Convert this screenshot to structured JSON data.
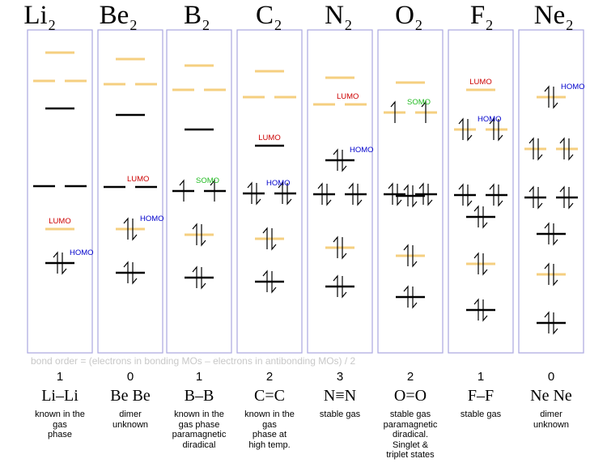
{
  "formula_text": "bond order  =   (electrons in bonding MOs – electrons in antibonding MOs) / 2",
  "colors": {
    "frame": "#a9a6e0",
    "bonding_level": "#000000",
    "antibonding_level": "#f5cf80",
    "lumo": "#cc0000",
    "homo": "#0000cc",
    "somo": "#22bb22",
    "formula": "#c8c8c8"
  },
  "columns": [
    {
      "name": "Li",
      "subscript": "2",
      "bond_order": "1",
      "structure": "Li–Li",
      "note": [
        "known in the",
        "gas",
        "phase"
      ],
      "levels": [
        {
          "c": "a",
          "d": 1,
          "e": 0
        },
        {
          "c": "a",
          "d": 2,
          "e": 0
        },
        {
          "c": "b",
          "d": 1,
          "e": 0
        },
        {
          "c": "b",
          "d": 2,
          "e": 0
        },
        {
          "c": "a",
          "d": 1,
          "e": 0,
          "tag": "LUMO"
        },
        {
          "c": "b",
          "d": 1,
          "e": 2,
          "tag": "HOMO"
        }
      ]
    },
    {
      "name": "Be",
      "subscript": "2",
      "bond_order": "0",
      "structure": "Be   Be",
      "note": [
        "dimer",
        "unknown"
      ],
      "levels": [
        {
          "c": "a",
          "d": 1,
          "e": 0
        },
        {
          "c": "a",
          "d": 2,
          "e": 0
        },
        {
          "c": "b",
          "d": 1,
          "e": 0
        },
        {
          "c": "b",
          "d": 2,
          "e": 0,
          "tag": "LUMO"
        },
        {
          "c": "a",
          "d": 1,
          "e": 2,
          "tag": "HOMO"
        },
        {
          "c": "b",
          "d": 1,
          "e": 2
        }
      ]
    },
    {
      "name": "B",
      "subscript": "2",
      "bond_order": "1",
      "structure": "B–B",
      "note": [
        "known in the",
        "gas phase",
        "paramagnetic",
        "diradical"
      ],
      "levels": [
        {
          "c": "a",
          "d": 1,
          "e": 0
        },
        {
          "c": "a",
          "d": 2,
          "e": 0
        },
        {
          "c": "b",
          "d": 1,
          "e": 0
        },
        {
          "c": "b",
          "d": 2,
          "e": 1,
          "tag": "SOMO"
        },
        {
          "c": "a",
          "d": 1,
          "e": 2
        },
        {
          "c": "b",
          "d": 1,
          "e": 2
        }
      ]
    },
    {
      "name": "C",
      "subscript": "2",
      "bond_order": "2",
      "structure": "C=C",
      "note": [
        "known in the",
        "gas",
        "phase at",
        "high temp."
      ],
      "levels": [
        {
          "c": "a",
          "d": 1,
          "e": 0
        },
        {
          "c": "a",
          "d": 2,
          "e": 0
        },
        {
          "c": "b",
          "d": 1,
          "e": 0,
          "tag": "LUMO"
        },
        {
          "c": "b",
          "d": 2,
          "e": 2,
          "tag": "HOMO"
        },
        {
          "c": "a",
          "d": 1,
          "e": 2
        },
        {
          "c": "b",
          "d": 1,
          "e": 2
        }
      ]
    },
    {
      "name": "N",
      "subscript": "2",
      "bond_order": "3",
      "structure": "N≡N",
      "note": [
        "stable gas"
      ],
      "levels": [
        {
          "c": "a",
          "d": 1,
          "e": 0
        },
        {
          "c": "a",
          "d": 2,
          "e": 0,
          "tag": "LUMO"
        },
        {
          "c": "b",
          "d": 1,
          "e": 2,
          "tag": "HOMO"
        },
        {
          "c": "b",
          "d": 2,
          "e": 2
        },
        {
          "c": "a",
          "d": 1,
          "e": 2
        },
        {
          "c": "b",
          "d": 1,
          "e": 2
        }
      ]
    },
    {
      "name": "O",
      "subscript": "2",
      "bond_order": "2",
      "structure": "O=O",
      "note": [
        "stable gas",
        "paramagnetic",
        "diradical.",
        "Singlet &",
        "triplet states"
      ],
      "levels": [
        {
          "c": "a",
          "d": 1,
          "e": 0
        },
        {
          "c": "a",
          "d": 2,
          "e": 1,
          "tag": "SOMO"
        },
        {
          "c": "b",
          "d": 2,
          "e": 2
        },
        {
          "c": "b",
          "d": 1,
          "e": 2
        },
        {
          "c": "a",
          "d": 1,
          "e": 2
        },
        {
          "c": "b",
          "d": 1,
          "e": 2
        }
      ]
    },
    {
      "name": "F",
      "subscript": "2",
      "bond_order": "1",
      "structure": "F–F",
      "note": [
        "stable gas"
      ],
      "levels": [
        {
          "c": "a",
          "d": 1,
          "e": 0,
          "tag": "LUMO"
        },
        {
          "c": "a",
          "d": 2,
          "e": 2,
          "tag": "HOMO"
        },
        {
          "c": "b",
          "d": 2,
          "e": 2
        },
        {
          "c": "b",
          "d": 1,
          "e": 2
        },
        {
          "c": "a",
          "d": 1,
          "e": 2
        },
        {
          "c": "b",
          "d": 1,
          "e": 2
        }
      ]
    },
    {
      "name": "Ne",
      "subscript": "2",
      "bond_order": "0",
      "structure": "Ne   Ne",
      "note": [
        "dimer",
        "unknown"
      ],
      "levels": [
        {
          "c": "a",
          "d": 1,
          "e": 2,
          "tag": "HOMO"
        },
        {
          "c": "a",
          "d": 2,
          "e": 2
        },
        {
          "c": "b",
          "d": 2,
          "e": 2
        },
        {
          "c": "b",
          "d": 1,
          "e": 2
        },
        {
          "c": "a",
          "d": 1,
          "e": 2
        },
        {
          "c": "b",
          "d": 1,
          "e": 2
        }
      ]
    }
  ]
}
